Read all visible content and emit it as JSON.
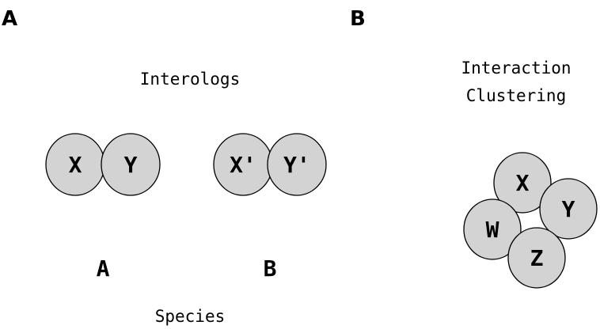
{
  "panel_a": {
    "label": "A",
    "title": "Interologs",
    "pair_1": {
      "left": "X",
      "right": "Y"
    },
    "pair_2": {
      "left": "X'",
      "right": "Y'"
    },
    "species_1": "A",
    "species_2": "B",
    "species_caption": "Species"
  },
  "panel_b": {
    "label": "B",
    "title_line_1": "Interaction",
    "title_line_2": "Clustering",
    "nodes": {
      "x": "X",
      "y": "Y",
      "w": "W",
      "z": "Z"
    }
  },
  "colors": {
    "node_fill": "#d3d3d3",
    "node_stroke": "#000000",
    "text": "#000000",
    "background": "#ffffff"
  }
}
